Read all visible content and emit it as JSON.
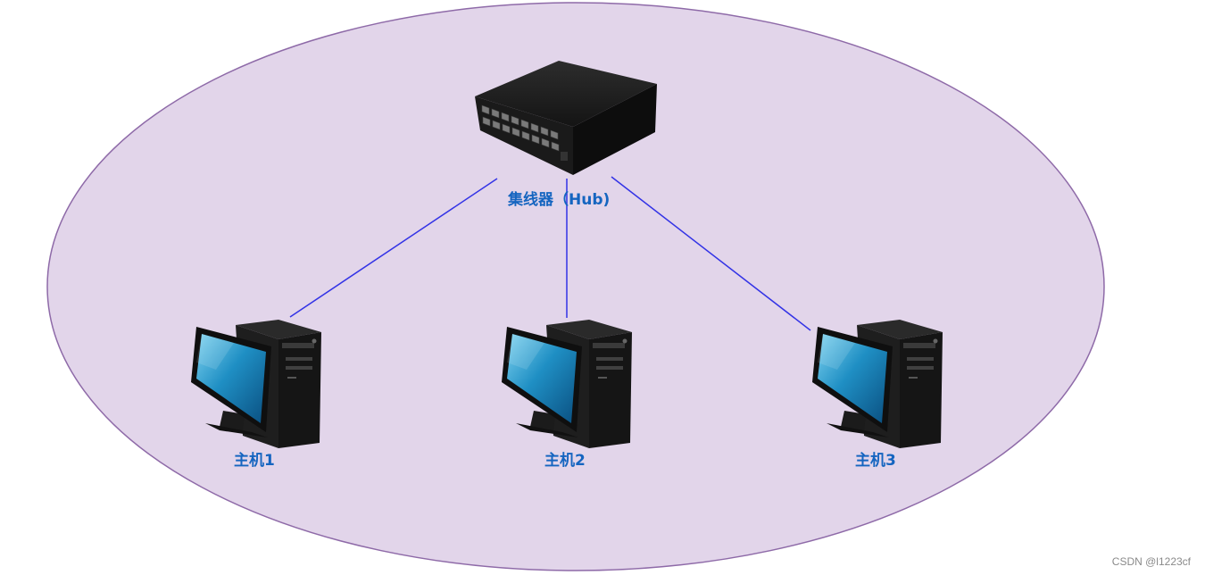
{
  "hub": {
    "label": "集线器（Hub)",
    "icon": "network-hub-icon"
  },
  "hosts": [
    {
      "label": "主机1",
      "icon": "desktop-computer-icon"
    },
    {
      "label": "主机2",
      "icon": "desktop-computer-icon"
    },
    {
      "label": "主机3",
      "icon": "desktop-computer-icon"
    }
  ],
  "colors": {
    "ellipse_fill": "#e2d5ea",
    "ellipse_stroke": "#8e6aa8",
    "link": "#3333e6",
    "label": "#1565c0"
  },
  "watermark": "CSDN @l1223cf"
}
